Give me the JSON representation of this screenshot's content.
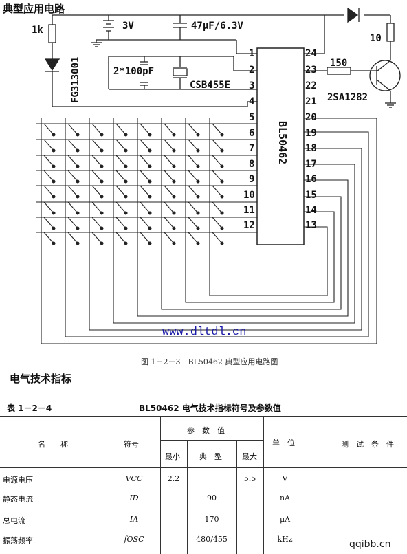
{
  "section1_title": "典型应用电路",
  "circuit": {
    "labels": {
      "r_left": "1k",
      "battery": "3V",
      "cap_top": "47μF/6.3V",
      "cap_pair": "2*100pF",
      "resonator": "CSB455E",
      "led": "FG313001",
      "r_right": "10",
      "r_base": "150",
      "transistor": "2SA1282",
      "chip": "BL50462"
    },
    "pins_left": [
      "1",
      "2",
      "3",
      "4",
      "5",
      "6",
      "7",
      "8",
      "9",
      "10",
      "11",
      "12"
    ],
    "pins_right": [
      "24",
      "23",
      "22",
      "21",
      "20",
      "19",
      "18",
      "17",
      "16",
      "15",
      "14",
      "13"
    ]
  },
  "watermark_url": "www.dltdl.cn",
  "figure_caption": "图 1－2－3　BL50462 典型应用电路图",
  "section2_title": "电气技术指标",
  "table": {
    "number": "表 1－2－4",
    "title": "BL50462 电气技术指标符号及参数值",
    "headers": {
      "name": "名　　称",
      "symbol": "符号",
      "params": "参　数　值",
      "min": "最小",
      "typ": "典　型",
      "max": "最大",
      "unit": "单　位",
      "cond": "测　试　条　件"
    },
    "rows": [
      {
        "name": "电源电压",
        "symbol": "VCC",
        "min": "2.2",
        "typ": "",
        "max": "5.5",
        "unit": "V"
      },
      {
        "name": "静态电流",
        "symbol": "ID",
        "min": "",
        "typ": "90",
        "max": "",
        "unit": "nA"
      },
      {
        "name": "总电流",
        "symbol": "IA",
        "min": "",
        "typ": "170",
        "max": "",
        "unit": "μA"
      },
      {
        "name": "振荡频率",
        "symbol": "fOSC",
        "min": "",
        "typ": "480/455",
        "max": "",
        "unit": "kHz"
      }
    ]
  },
  "corner_watermark": "qqibb.cn"
}
